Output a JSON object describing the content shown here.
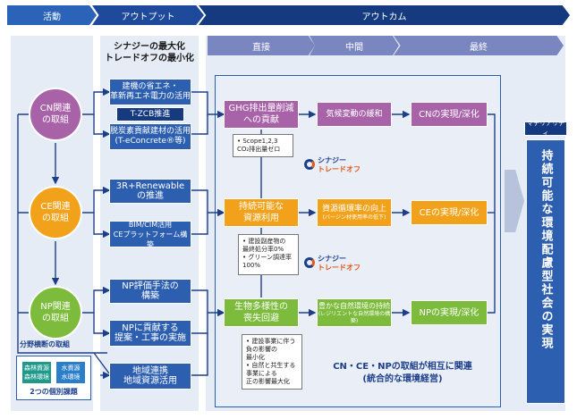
{
  "header": {
    "activity": "活動",
    "output": "アウトプット",
    "outcome": "アウトカム"
  },
  "outcome_sub": {
    "direct": "直接",
    "middle": "中間",
    "final": "最終"
  },
  "output_title": "シナジーの最大化\nトレードオフの最小化",
  "activities": {
    "cn": "CN関連\nの取組",
    "ce": "CE関連\nの取組",
    "np": "NP関連\nの取組",
    "cross": "分野横断の取組",
    "individual": {
      "forest_res": "森林資源",
      "forest_env": "森林環境",
      "water_res": "水資源",
      "water_env": "水環境",
      "caption": "2つの個別課題"
    }
  },
  "outputs": {
    "o1": "建機の省エネ・\n革新再エネ電力の活用",
    "o1_tag": "T-ZCB推進",
    "o2": "脱炭素貢献建材の活用\n(T-eConcrete®等)",
    "o3": "3R+Renewable\nの推進",
    "o4": "BIM/CIM活用\nCEプラットフォーム構築",
    "o5": "NP評価手法の\n構築",
    "o6": "NPに貢献する\n提案・工事の実施",
    "o7": "地域連携\n地域資源活用"
  },
  "direct": {
    "d1": "GHG排出量削減\nへの貢献",
    "d2": "持続可能な\n資源利用",
    "d3": "生物多様性の\n喪失回避"
  },
  "notes": {
    "n1": "• Scope1,2,3\n  CO₂排出量ゼロ",
    "n2": "• 建設副産物の\n  最終処分率0%\n• グリーン調達率\n  100%",
    "n3": "• 建設事業に伴う\n  負の影響の\n  最小化\n• 自然と共生する\n  事業による\n  正の影響最大化"
  },
  "synergy": {
    "line1": "シナジー",
    "line2": "トレードオフ"
  },
  "middle": {
    "m1": "気候変動の緩和",
    "m2": "資源循環率の向上",
    "m2_sub": "(バージン材使用率の低下)",
    "m3": "豊かな自然環境の持続",
    "m3_sub": "(レジリエントな自然環境の構築)"
  },
  "final": {
    "f1": "CNの実現/深化",
    "f2": "CEの実現/深化",
    "f3": "NPの実現/深化"
  },
  "materiality": {
    "label": "マテリアリティ",
    "text": "持続可能な環境配慮型社会の実現"
  },
  "footer": {
    "line1": "CN・CE・NPの取組が相互に関連",
    "line2": "(統合的な環境経営)"
  },
  "colors": {
    "cn": "#a863a8",
    "ce": "#f2a21a",
    "np": "#7cbb3b",
    "blue": "#2d5fb0",
    "navy": "#1d3f8a"
  }
}
